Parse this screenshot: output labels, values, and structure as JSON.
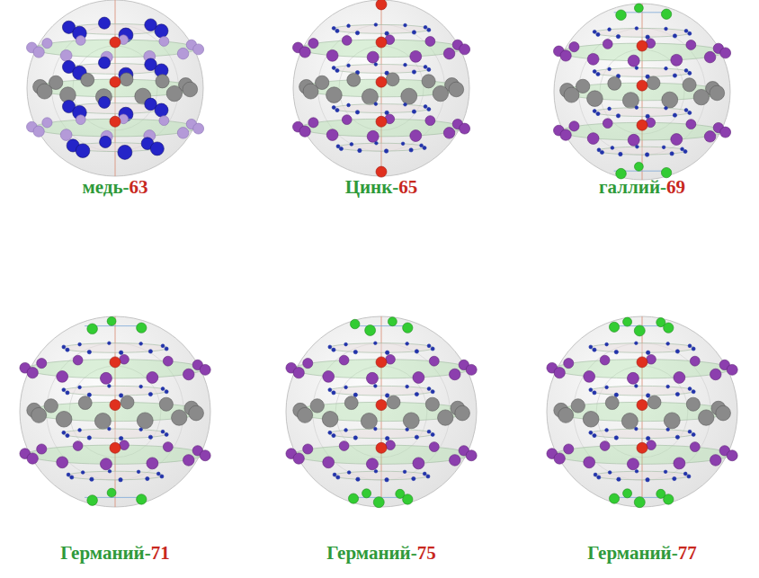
{
  "diagram": {
    "labels": [
      "медь-63",
      "Цинк-65",
      "галлий-69",
      "Германий-71",
      "Германий-75",
      "Германий-77"
    ]
  }
}
